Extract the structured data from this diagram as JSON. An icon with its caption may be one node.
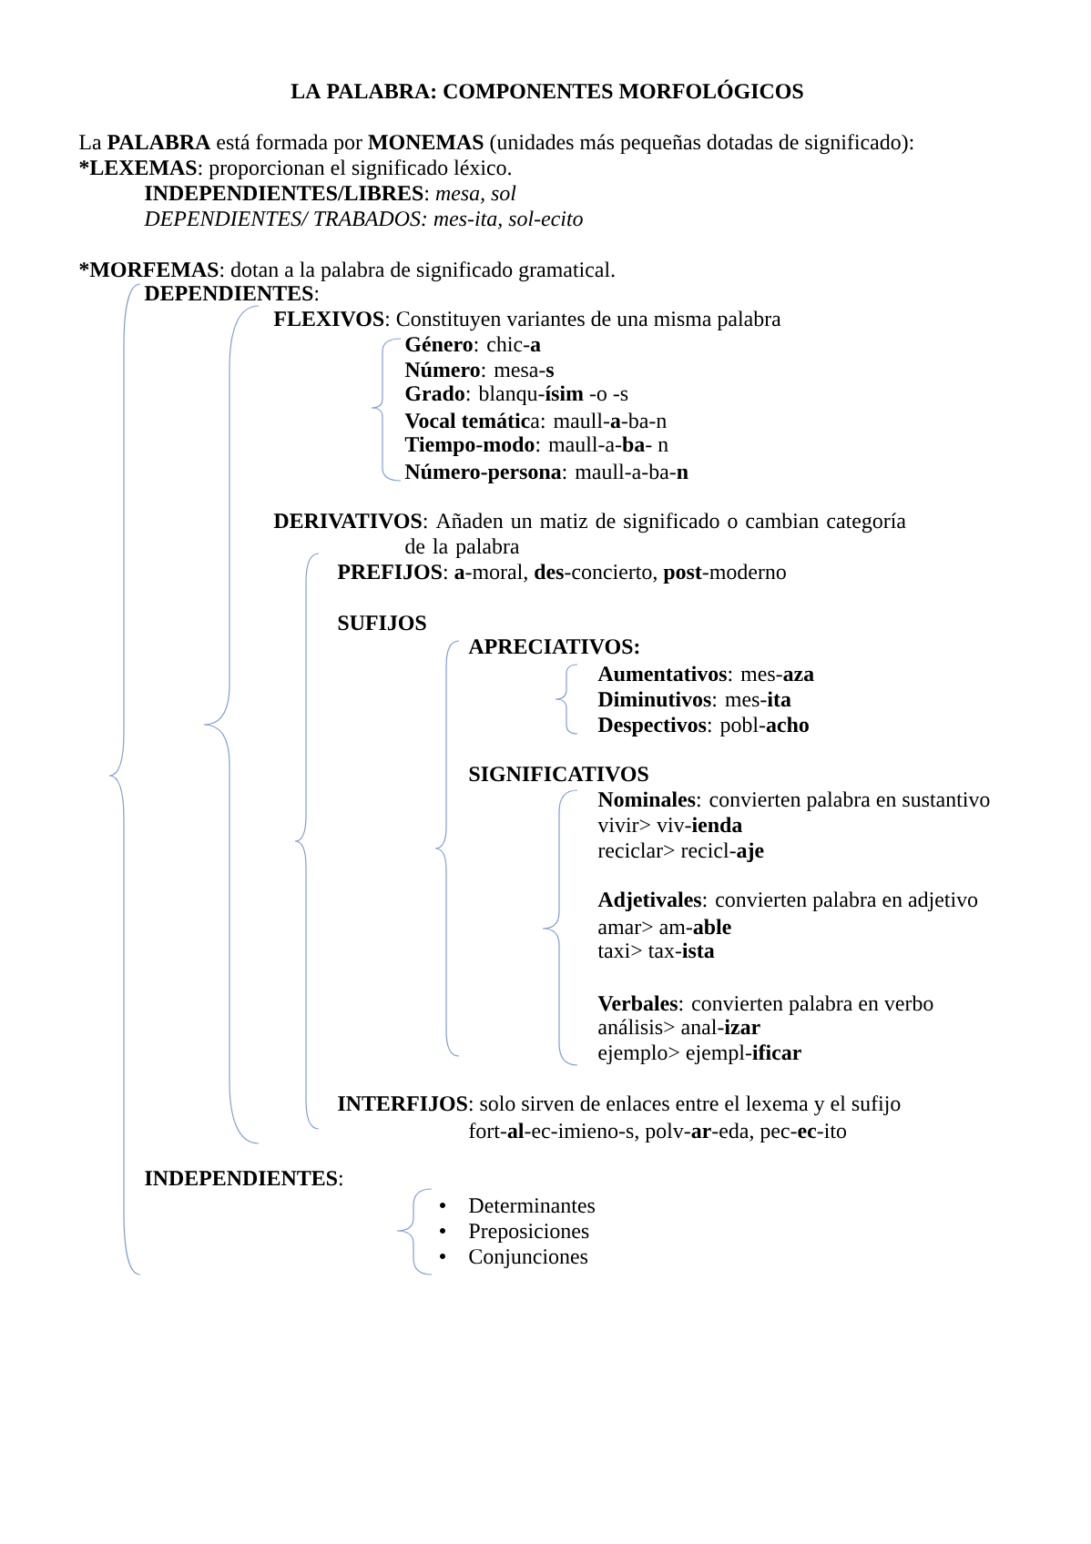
{
  "diagram": {
    "title": "LA PALABRA: COMPONENTES MORFOLÓGICOS",
    "labels": [
      "La **PALABRA** está formada por **MONEMAS** (unidades más pequeñas dotadas de significado):",
      "***LEXEMAS**: proporcionan el significado léxico.",
      "**INDEPENDIENTES/LIBRES**: *mesa, sol*",
      "DEPENDIENTES/ TRABADOS: mes-ita, sol-ecito",
      "***MORFEMAS**: dotan a la palabra de significado gramatical.",
      "**DEPENDIENTES**:",
      "**FLEXIVOS**: Constituyen variantes de una misma palabra",
      "**Género**: chic-**a**",
      "**Número**: mesa-**s**",
      "**Grado**: blanqu-**ísim** -o -s",
      "**Vocal temátic**a: maull-**a**-ba-n",
      "**Tiempo-modo**: maull-a-**ba**- n",
      "**Número-persona**: maull-a-ba-**n**",
      "**DERIVATIVOS**: Añaden un matiz de significado o cambian categoría de la palabra",
      "**PREFIJOS**: **a**-moral, **des**-concierto, **post**-moderno",
      "SUFIJOS",
      "APRECIATIVOS:",
      "**Aumentativos**: mes-**aza**",
      "**Diminutivos**: mes-**ita**",
      "**Despectivos**: pobl-**acho**",
      "SIGNIFICATIVOS",
      "**Nominales**: convierten palabra en sustantivo",
      "vivir> viv-**ienda**",
      "reciclar> recicl-**aje**",
      "**Adjetivales**: convierten palabra en adjetivo",
      "amar> am-**able**",
      "taxi> tax-**ista**",
      "**Verbales**: convierten palabra en verbo",
      "análisis> anal-**izar**",
      "ejemplo> ejempl-**ificar**",
      "**INTERFIJOS**: solo sirven de enlaces entre el lexema y el sufijo",
      "fort-**al**-ec-imieno-s, polv-**ar**-eda, pec-**ec**-ito",
      "**INDEPENDIENTES**:",
      "Determinantes",
      "Preposiciones",
      "Conjunciones"
    ]
  }
}
